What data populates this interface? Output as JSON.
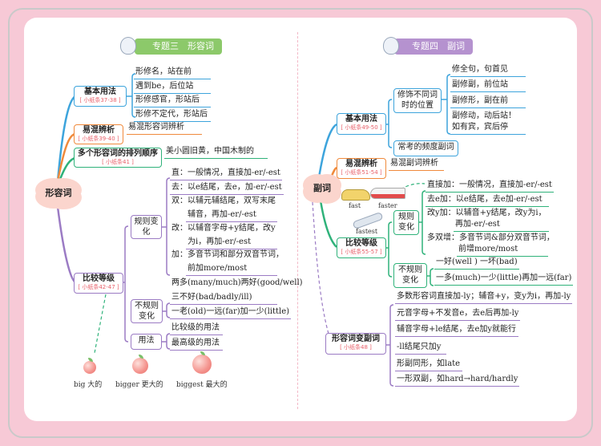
{
  "left": {
    "title": "专题三　形容词",
    "root": "形容词",
    "basic": {
      "label": "基本用法",
      "ref": "[ 小纸条37-38 ]",
      "leaves": [
        "形修名，站在前",
        "遇到be，后位站",
        "形修感官，形站后",
        "形修不定代，形站后"
      ]
    },
    "confuse": {
      "label": "易混辨析",
      "ref": "[ 小纸条39-40 ]",
      "leaf": "易混形容词辨析"
    },
    "order": {
      "label": "多个形容词的排列顺序",
      "ref": "[ 小纸条41 ]",
      "leaf": "美小圆旧黄，中国木制的"
    },
    "compare": {
      "label": "比较等级",
      "ref": "[ 小纸条42-47 ]",
      "regular": {
        "label": "规则变化",
        "leaves": [
          "直：一般情况，直接加-er/-est",
          "去：以e结尾，去e，加-er/-est",
          "双：以辅元辅结尾，双写末尾",
          "辅音，再加-er/-est",
          "改：以辅音字母+y结尾，改y",
          "为i，再加-er/-est",
          "加：多音节词和部分双音节词，",
          "前加more/most"
        ]
      },
      "irregular": {
        "label": "不规则变化",
        "leaves": [
          "两多(many/much)两好(good/well)",
          "三不好(bad/badly/ill)",
          "一老(old)一远(far)加一少(little)"
        ]
      },
      "usage": {
        "label": "用法",
        "leaves": [
          "比较级的用法",
          "最高级的用法"
        ]
      }
    },
    "apples": [
      "big 大的",
      "bigger 更大的",
      "biggest 最大的"
    ]
  },
  "right": {
    "title": "专题四　副词",
    "root": "副词",
    "basic": {
      "label": "基本用法",
      "ref": "[ 小纸条49-50 ]",
      "position": {
        "label": "修饰不同词时的位置",
        "leaves": [
          "修全句，句首见",
          "副修副，前位站",
          "副修形，副在前",
          "副修动，动后站！",
          "如有宾，宾后停"
        ]
      },
      "frequency": "常考的频度副词"
    },
    "confuse": {
      "label": "易混辨析",
      "ref": "[ 小纸条51-54 ]",
      "leaf": "易混副词辨析"
    },
    "compare": {
      "label": "比较等级",
      "ref": "[ 小纸条55-57 ]",
      "pictures": [
        "fast",
        "faster",
        "fastest"
      ],
      "regular": {
        "label": "规则变化",
        "leaves": [
          "直接加：一般情况，直接加-er/-est",
          "去e加：以e结尾，去e加-er/-est",
          "改y加：以辅音+y结尾，改y为i，",
          "再加-er/-est",
          "多双增：多音节词&部分双音节词，",
          "前增more/most"
        ]
      },
      "irregular": {
        "label": "不规则变化",
        "leaves": [
          "一好(well ) 一坏(bad)",
          "一多(much)一少(little)再加一远(far)"
        ]
      }
    },
    "adj_to_adv": {
      "label": "形容词变副词",
      "ref": "[ 小纸条48 ]",
      "leaves": [
        "多数形容词直接加-ly；辅音+y，变y为i，再加-ly",
        "元音字母+不发音e，去e后再加-ly",
        "辅音字母+le结尾，去e加y就能行",
        "-ll结尾只加y",
        "形副同形，如late",
        "一形双副，如hard→hard/hardly"
      ]
    }
  },
  "colors": {
    "blue": "#3da4dc",
    "orange": "#f08a3c",
    "green": "#2fb27a",
    "purple": "#9b7bc4",
    "ref": "#e8606a",
    "page_bg": "#f7c9d6",
    "banner_left": "#8cc96a",
    "banner_right": "#b592cf"
  }
}
